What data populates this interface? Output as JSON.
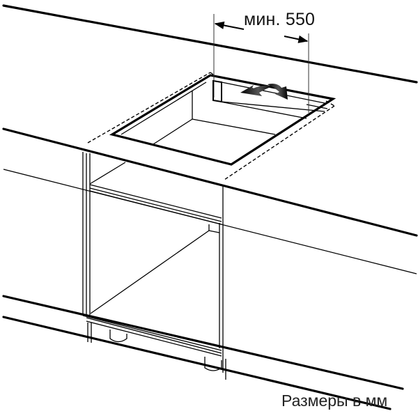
{
  "diagram": {
    "subject": "Cooktop worktop cut-out installation above base cabinet",
    "dimension": {
      "label": "мин. 550",
      "prefix": "мин.",
      "value": 550
    },
    "units_note": "Размеры в мм",
    "colors": {
      "line": "#000000",
      "background": "#ffffff",
      "arrow_gradient_start": "#000000",
      "arrow_gradient_end": "#9a9a9a"
    },
    "icons": [
      "double-arrow-icon",
      "dimension-arrow-icon"
    ]
  }
}
